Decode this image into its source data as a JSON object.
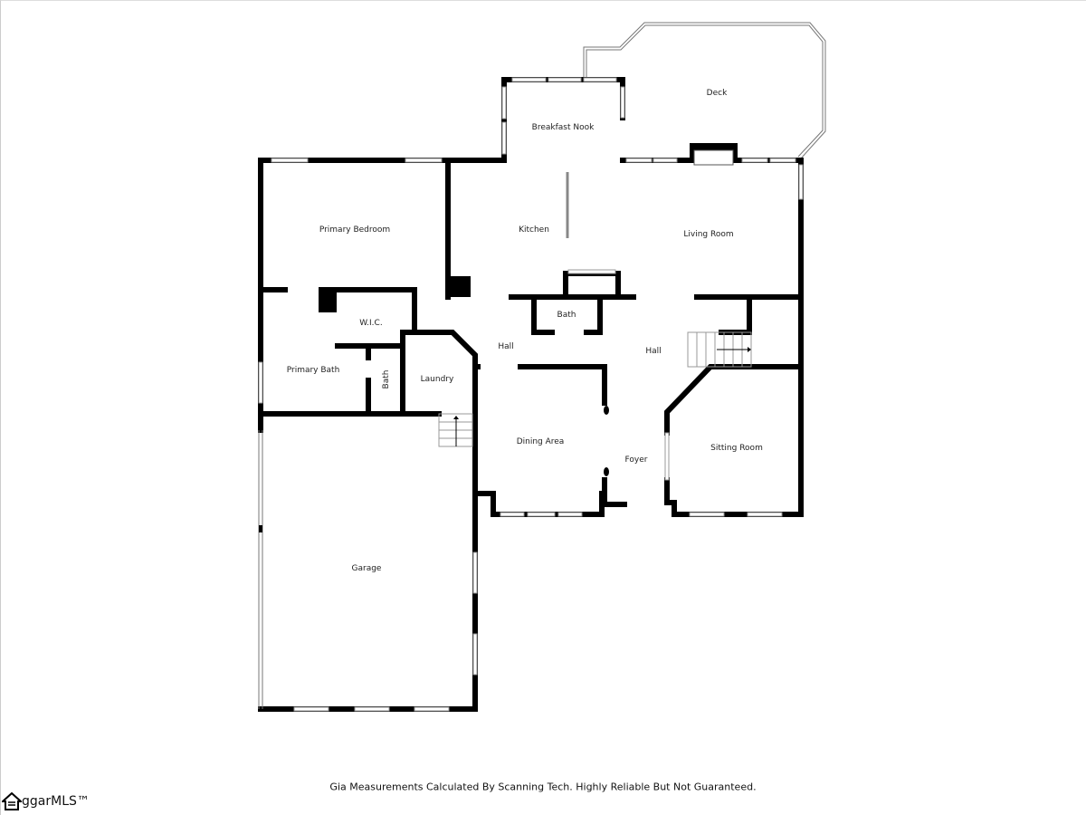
{
  "rooms": {
    "deck": "Deck",
    "breakfast_nook": "Breakfast Nook",
    "kitchen": "Kitchen",
    "living_room": "Living Room",
    "primary_bedroom": "Primary Bedroom",
    "wic": "W.I.C.",
    "bath_center": "Bath",
    "hall_left": "Hall",
    "hall_right": "Hall",
    "primary_bath": "Primary Bath",
    "bath_small": "Bath",
    "laundry": "Laundry",
    "dining_area": "Dining Area",
    "foyer": "Foyer",
    "sitting_room": "Sitting Room",
    "garage": "Garage"
  },
  "footer_note": "Gia Measurements Calculated By Scanning Tech. Highly Reliable But Not Guaranteed.",
  "logo_text": "ggarMLS™"
}
